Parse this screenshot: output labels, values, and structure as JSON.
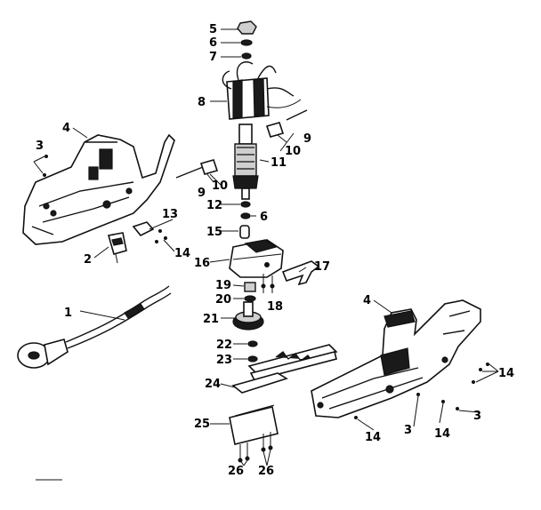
{
  "callouts": [
    "1",
    "2",
    "3",
    "4",
    "5",
    "6",
    "7",
    "8",
    "9",
    "10",
    "11",
    "12",
    "13",
    "14",
    "15",
    "16",
    "17",
    "18",
    "19",
    "20",
    "21",
    "22",
    "23",
    "24",
    "25",
    "26"
  ],
  "repeat_labels": {
    "three_b": "3",
    "three_c": "3",
    "four_b": "4",
    "six_b": "6",
    "nine_b": "9",
    "ten_b": "10",
    "fourteen_b": "14",
    "fourteen_c": "14",
    "fourteen_d": "14",
    "twentysix_b": "26"
  }
}
